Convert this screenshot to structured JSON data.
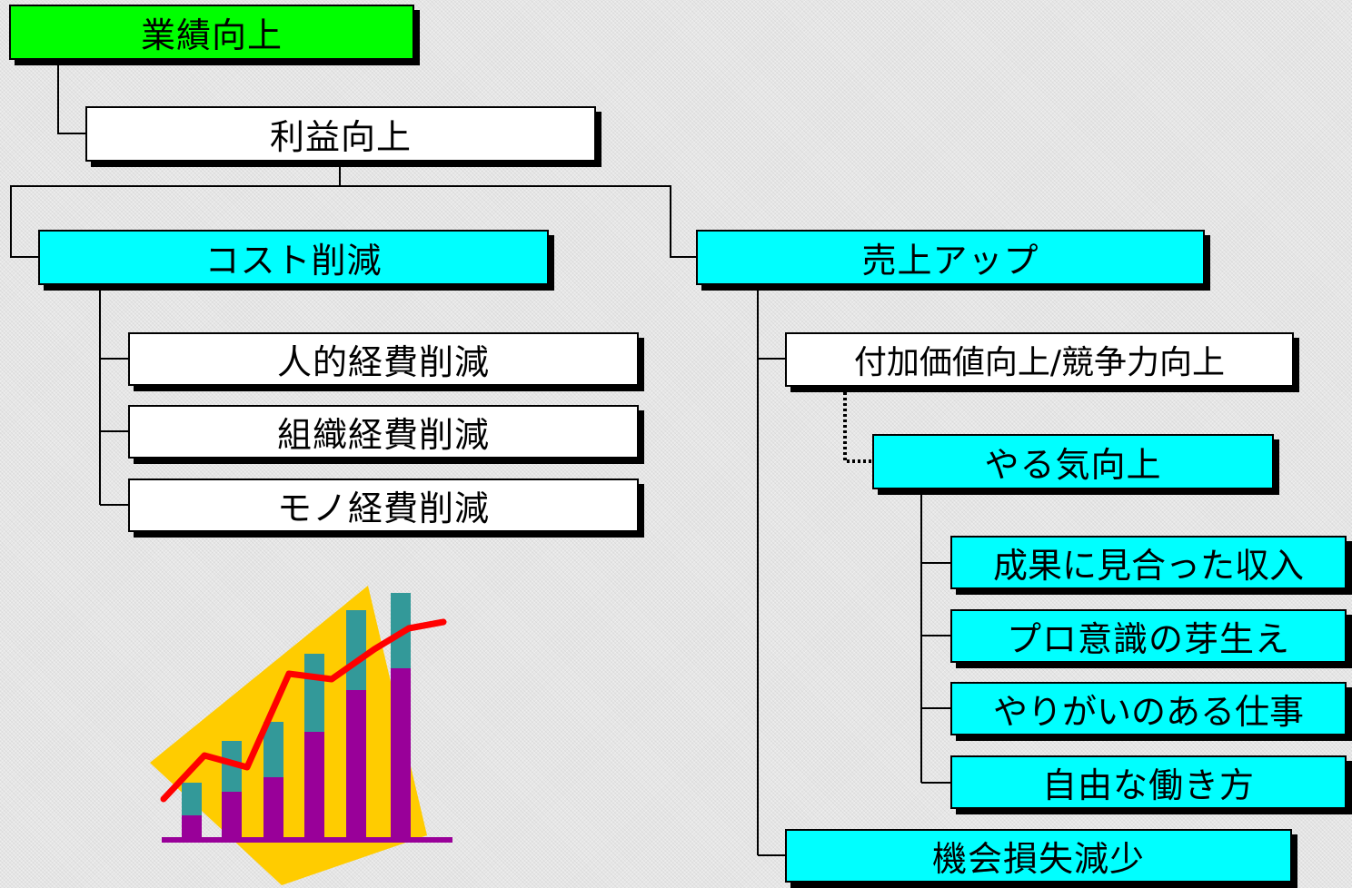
{
  "nodes": {
    "root": "業績向上",
    "profit": "利益向上",
    "cost_reduction": "コスト削減",
    "sales_up": "売上アップ",
    "personnel_cost": "人的経費削減",
    "org_cost": "組織経費削減",
    "goods_cost": "モノ経費削減",
    "value_added": "付加価値向上/競争力向上",
    "motivation": "やる気向上",
    "income": "成果に見合った収入",
    "pro_awareness": "プロ意識の芽生え",
    "rewarding_work": "やりがいのある仕事",
    "free_work": "自由な働き方",
    "opportunity_loss": "機会損失減少"
  },
  "colors": {
    "root": "#00ff00",
    "main_box": "#00ffff",
    "sub_box": "#ffffff",
    "line": "#000000",
    "chart_bg": "#ffcc00",
    "bar_top": "#339999",
    "bar_bottom": "#990099",
    "trend_line": "#ff0000"
  },
  "icons": [
    "rising-bar-chart-clipart-icon"
  ]
}
